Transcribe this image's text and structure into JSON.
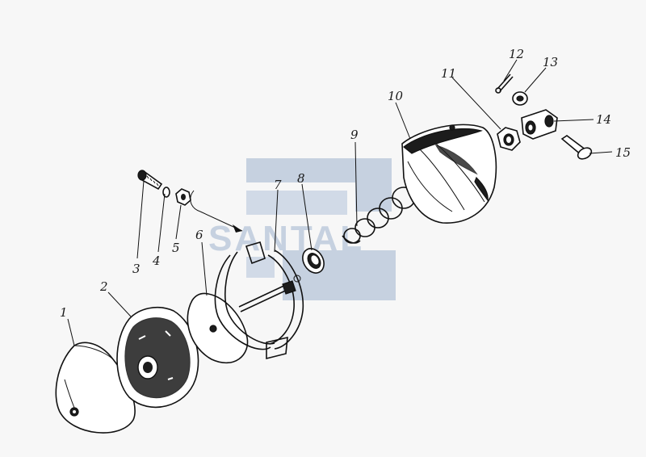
{
  "watermark": {
    "text": "SANTAL",
    "color": "#9fb3cf"
  },
  "callouts": [
    {
      "id": "1",
      "text": "1"
    },
    {
      "id": "2",
      "text": "2"
    },
    {
      "id": "3",
      "text": "3"
    },
    {
      "id": "4",
      "text": "4"
    },
    {
      "id": "5",
      "text": "5"
    },
    {
      "id": "6",
      "text": "6"
    },
    {
      "id": "7",
      "text": "7"
    },
    {
      "id": "8",
      "text": "8"
    },
    {
      "id": "9",
      "text": "9"
    },
    {
      "id": "10",
      "text": "10"
    },
    {
      "id": "11",
      "text": "11"
    },
    {
      "id": "12",
      "text": "12"
    },
    {
      "id": "13",
      "text": "13"
    },
    {
      "id": "14",
      "text": "14"
    },
    {
      "id": "15",
      "text": "15"
    }
  ]
}
